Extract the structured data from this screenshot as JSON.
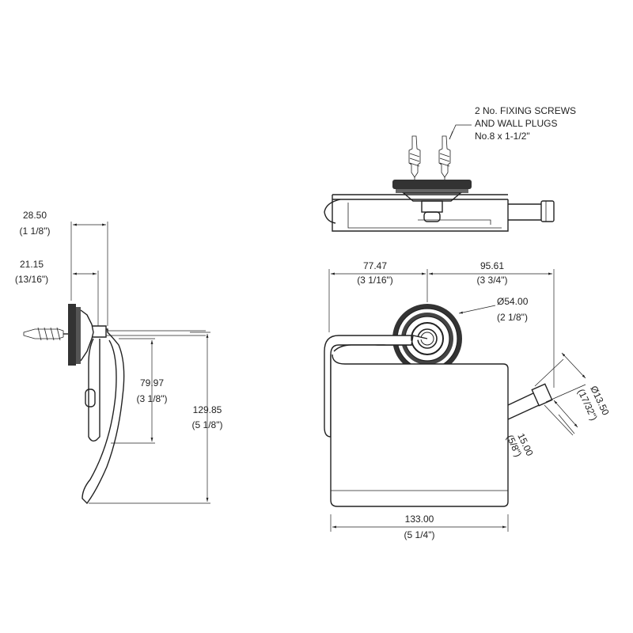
{
  "top_view": {
    "note_line1": "2 No. FIXING SCREWS",
    "note_line2": "AND WALL PLUGS",
    "note_line3": "No.8 x 1-1/2\""
  },
  "side_view": {
    "d1_mm": "28.50",
    "d1_in": "(1 1/8\")",
    "d2_mm": "21.15",
    "d2_in": "(13/16\")",
    "d3_mm": "79.97",
    "d3_in": "(3 1/8\")",
    "d4_mm": "129.85",
    "d4_in": "(5 1/8\")"
  },
  "front_view": {
    "d_left_mm": "77.47",
    "d_left_in": "(3 1/16\")",
    "d_right_mm": "95.61",
    "d_right_in": "(3 3/4\")",
    "d_dia_mm": "Ø54.00",
    "d_dia_in": "(2 1/8\")",
    "d_width_mm": "133.00",
    "d_width_in": "(5 1/4\")",
    "d_rod_dia_mm": "Ø13.50",
    "d_rod_dia_in": "(17/32\")",
    "d_rod_end_mm": "15.00",
    "d_rod_end_in": "(5/8\")"
  }
}
